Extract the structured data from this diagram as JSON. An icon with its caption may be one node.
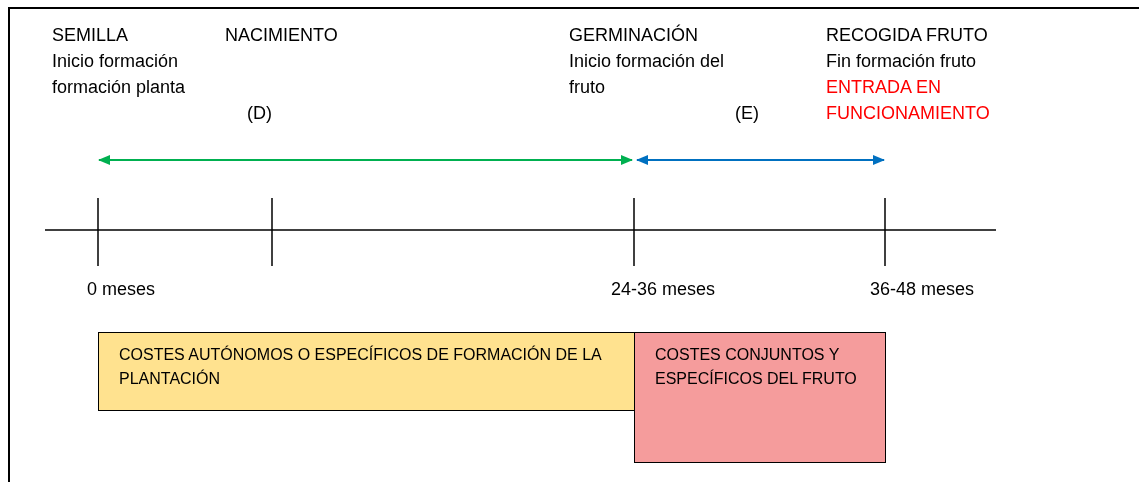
{
  "diagram": {
    "nodes": [
      {
        "text": [
          "COSTES AUTÓNOMOS O ESPECÍFICOS DE FORMACIÓN DE LA PLANTACIÓN"
        ]
      },
      {
        "text": [
          "COSTES CONJUNTOS Y ESPECÍFICOS DEL FRUTO"
        ]
      }
    ],
    "edges": [],
    "labels": [
      "SEMILLA",
      "Inicio formación formación planta",
      "NACIMIENTO",
      "(D)",
      "GERMINACIÓN",
      "Inicio formación del fruto",
      "(E)",
      "RECOGIDA FRUTO",
      "Fin formación fruto",
      "ENTRADA EN FUNCIONAMIENTO",
      "0 meses",
      "24-36 meses",
      "36-48 meses"
    ]
  }
}
